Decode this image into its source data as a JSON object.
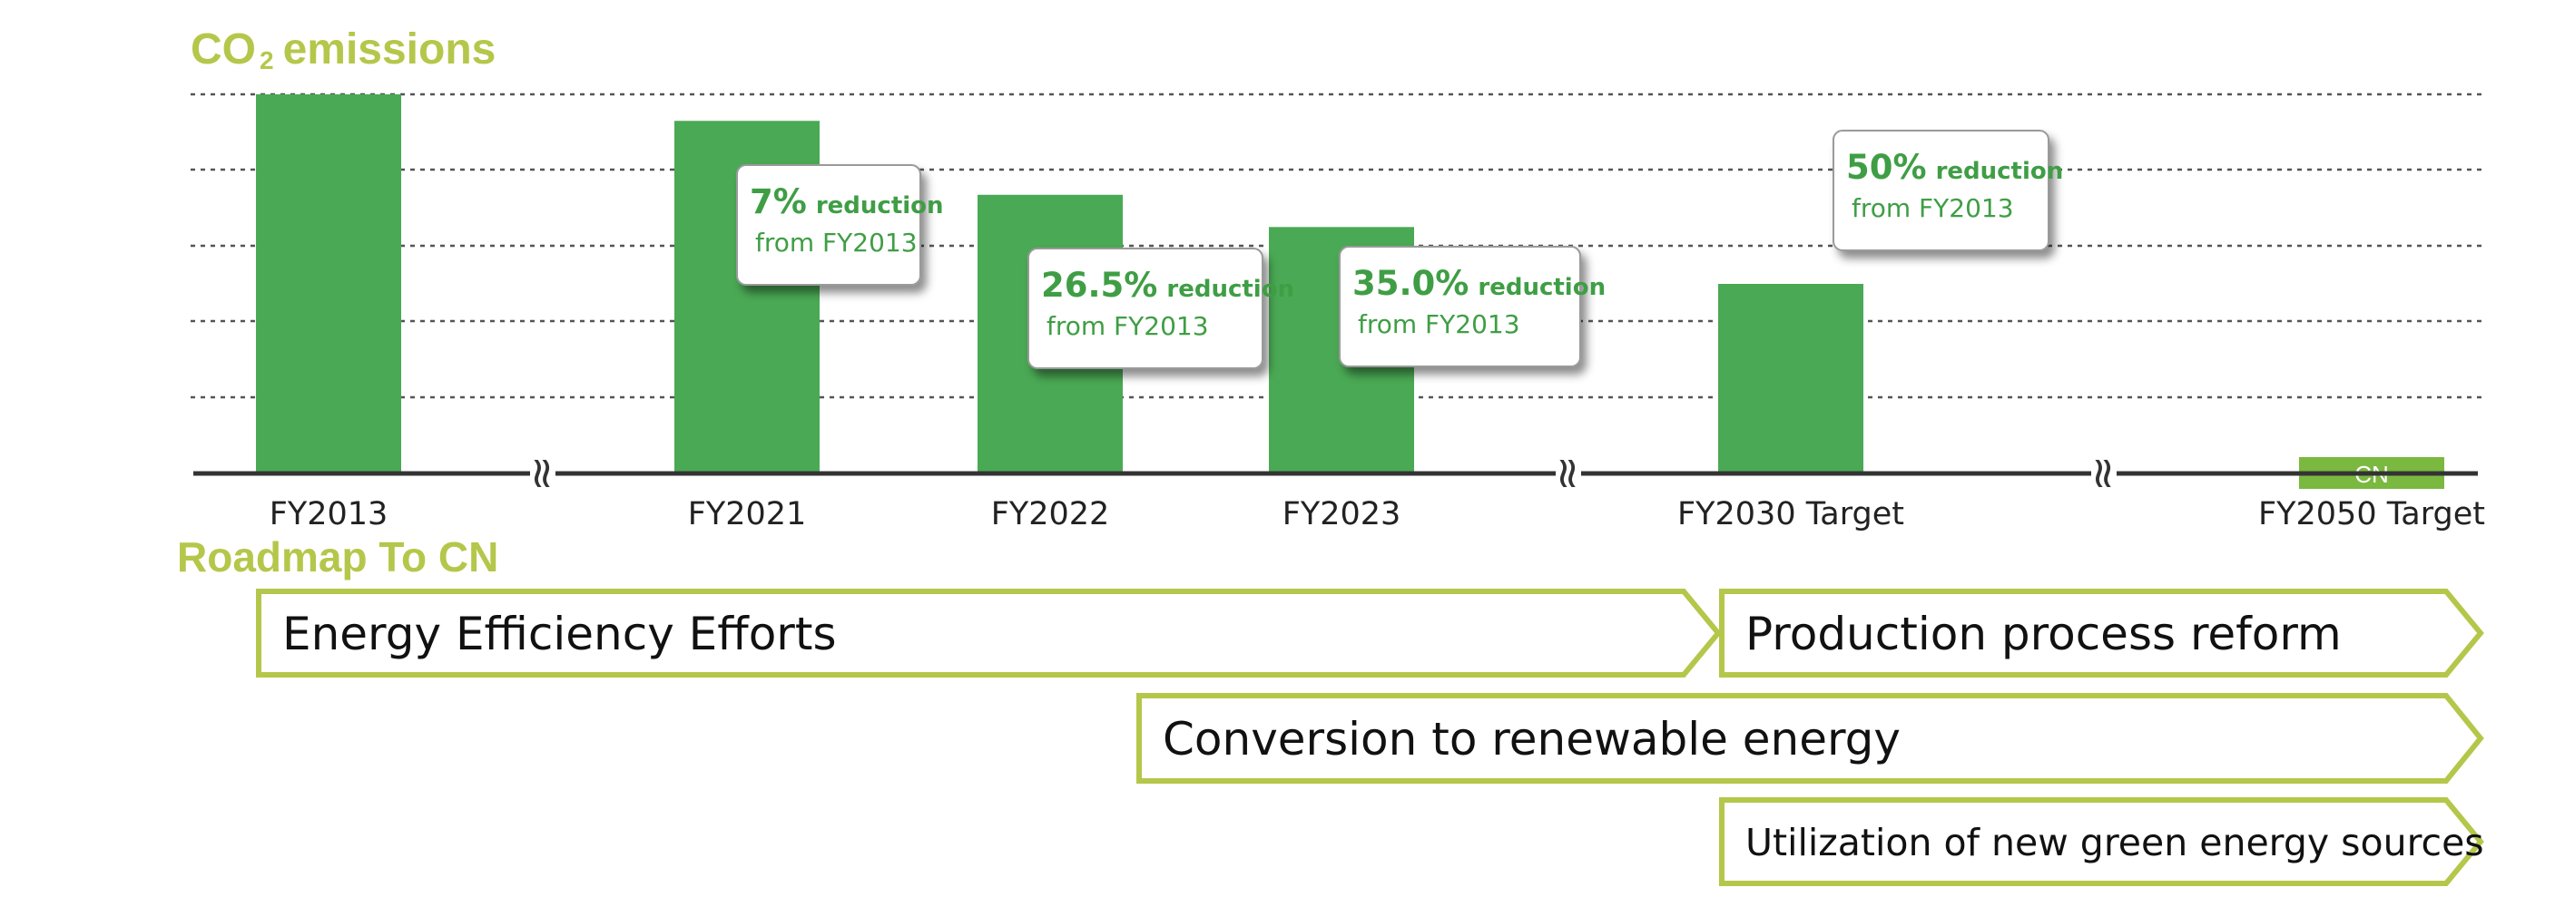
{
  "title": {
    "prefix": "CO",
    "subscript": "2",
    "suffix": "emissions"
  },
  "chart_data": {
    "type": "bar",
    "categories": [
      "FY2013",
      "FY2021",
      "FY2022",
      "FY2023",
      "FY2030 Target",
      "FY2050 Target"
    ],
    "values": [
      100,
      93,
      73.5,
      65.0,
      50,
      0
    ],
    "ylim": [
      0,
      100
    ],
    "grid": true,
    "bar_color": "#4aa954",
    "cn_label": "CN",
    "callouts": [
      {
        "category": "FY2021",
        "percent": "7%",
        "word": "reduction",
        "sub": "from FY2013"
      },
      {
        "category": "FY2022",
        "percent": "26.5%",
        "word": "reduction",
        "sub": "from FY2013"
      },
      {
        "category": "FY2023",
        "percent": "35.0%",
        "word": "reduction",
        "sub": "from FY2013"
      },
      {
        "category": "FY2030 Target",
        "percent": "50%",
        "word": "reduction",
        "sub": "from FY2013"
      }
    ],
    "axis_breaks": [
      "≈",
      "≈",
      "≈"
    ]
  },
  "roadmap": {
    "title": "Roadmap To CN",
    "accent": "#b5c74a",
    "items": [
      {
        "label": "Energy Efficiency Efforts"
      },
      {
        "label": "Production process reform"
      },
      {
        "label": "Conversion to renewable energy"
      },
      {
        "label": "Utilization of new green energy sources"
      }
    ]
  }
}
